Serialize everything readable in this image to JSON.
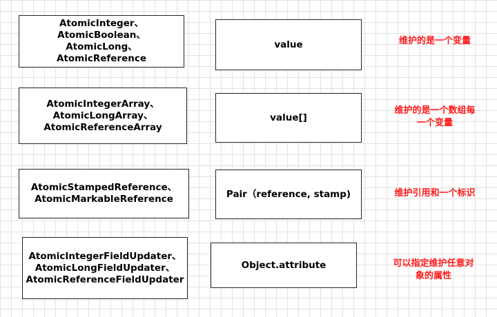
{
  "rows": [
    {
      "classes": [
        "AtomicInteger、",
        "AtomicBoolean、",
        "AtomicLong、",
        "AtomicReference"
      ],
      "target": "value",
      "note": [
        "维护的是一个变量"
      ],
      "note_color": "#ff1a1a"
    },
    {
      "classes": [
        "AtomicIntegerArray、",
        "AtomicLongArray、",
        "AtomicReferenceArray"
      ],
      "target": "value[]",
      "note": [
        "维护的是一个数组每",
        "一个变量"
      ],
      "note_color": "#ff1a1a"
    },
    {
      "classes": [
        "AtomicStampedReference、",
        "AtomicMarkableReference"
      ],
      "target": "Pair（reference, stamp)",
      "note": [
        "维护引用和一个标识"
      ],
      "note_color": "#ff1a1a"
    },
    {
      "classes": [
        "AtomicIntegerFieldUpdater、",
        "AtomicLongFieldUpdater、",
        "AtomicReferenceFieldUpdater"
      ],
      "target": "Object.attribute",
      "note": [
        "可以指定维护任意对",
        "象的属性"
      ],
      "note_color": "#ff1a1a"
    }
  ]
}
